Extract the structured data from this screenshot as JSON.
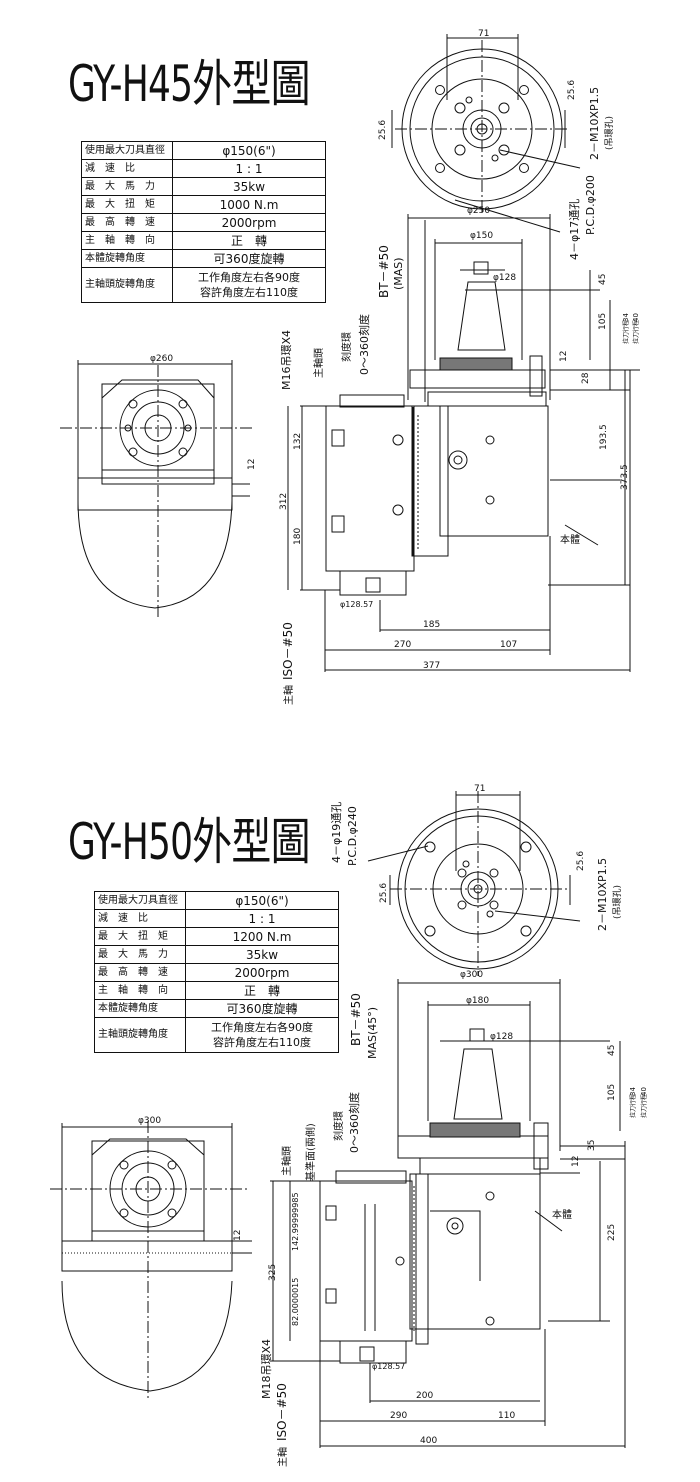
{
  "panels": [
    {
      "id": "h45",
      "title": "GY-H45外型圖",
      "specs": [
        {
          "label": "使用最大刀具直徑",
          "value": "φ150(6\")"
        },
        {
          "label": "減　速　比",
          "value": "1 : 1"
        },
        {
          "label": "最　大　馬　力",
          "value": "35kw"
        },
        {
          "label": "最　大　扭　矩",
          "value": "1000 N.m"
        },
        {
          "label": "最　高　轉　速",
          "value": "2000rpm"
        },
        {
          "label": "主　軸　轉　向",
          "value": "正　轉"
        },
        {
          "label": "本體旋轉角度",
          "value": "可360度旋轉"
        },
        {
          "label": "主軸頭旋轉角度",
          "value": "工作角度左右各90度",
          "value2": "容許角度左右110度"
        }
      ],
      "dims": {
        "d71": "71",
        "d25_6a": "25.6",
        "d25_6b": "25.6",
        "m10": "2－M10XP1.5",
        "m10_note": "(吊環孔)",
        "holes": "4－φ17通孔",
        "pcd": "P.C.D.φ200",
        "d250": "φ250",
        "d150": "φ150",
        "d128": "φ128",
        "bt": "BT－#50",
        "mas": "(MAS)",
        "d45": "45",
        "d105": "105",
        "d34": "34",
        "d40": "40",
        "note34": "拉刀行程",
        "note40": "拉刀行程",
        "d12a": "12",
        "d28": "28",
        "d193_5": "193.5",
        "d373_5": "373.5",
        "d260": "φ260",
        "d12b": "12",
        "m16": "M16吊環X4",
        "spindle_head": "主軸頭",
        "scale": "刻度環",
        "scale_range": "0～360刻度",
        "d132": "132",
        "d312": "312",
        "d180": "180",
        "body": "本體",
        "d128_57": "φ128.57",
        "iso": "ISO－#50",
        "spindle": "主軸",
        "d185": "185",
        "d270": "270",
        "d107": "107",
        "d377": "377"
      }
    },
    {
      "id": "h50",
      "title": "GY-H50外型圖",
      "specs": [
        {
          "label": "使用最大刀具直徑",
          "value": "φ150(6\")"
        },
        {
          "label": "減　速　比",
          "value": "1 : 1"
        },
        {
          "label": "最　大　扭　矩",
          "value": "1200 N.m"
        },
        {
          "label": "最　大　馬　力",
          "value": "35kw"
        },
        {
          "label": "最　高　轉　速",
          "value": "2000rpm"
        },
        {
          "label": "主　軸　轉　向",
          "value": "正　轉"
        },
        {
          "label": "本體旋轉角度",
          "value": "可360度旋轉"
        },
        {
          "label": "主軸頭旋轉角度",
          "value": "工作角度左右各90度",
          "value2": "容許角度左右110度"
        }
      ],
      "dims": {
        "d71": "71",
        "holes": "4－φ19通孔",
        "pcd": "P.C.D.φ240",
        "d25_6a": "25.6",
        "d25_6b": "25.6",
        "m10": "2－M10XP1.5",
        "m10_note": "(吊環孔)",
        "d300a": "φ300",
        "d180": "φ180",
        "d128": "φ128",
        "bt": "BT－#50",
        "mas": "MAS(45°)",
        "d45": "45",
        "d105": "105",
        "d34": "34",
        "d40": "40",
        "note34": "拉刀行程",
        "note40": "拉刀行程",
        "d12a": "12",
        "d35": "35",
        "d225": "225",
        "d300b": "φ300",
        "d12b": "12",
        "spindle_head": "主軸頭",
        "ref_face": "基準面(兩側)",
        "scale": "刻度環",
        "scale_range": "0～360刻度",
        "d142": "142.99999985",
        "d325": "325",
        "d82": "82.0000015",
        "body": "本體",
        "m18": "M18吊環X4",
        "d128_57": "φ128.57",
        "iso": "ISO－#50",
        "spindle": "主軸",
        "d200": "200",
        "d290": "290",
        "d110": "110",
        "d400": "400"
      }
    }
  ]
}
